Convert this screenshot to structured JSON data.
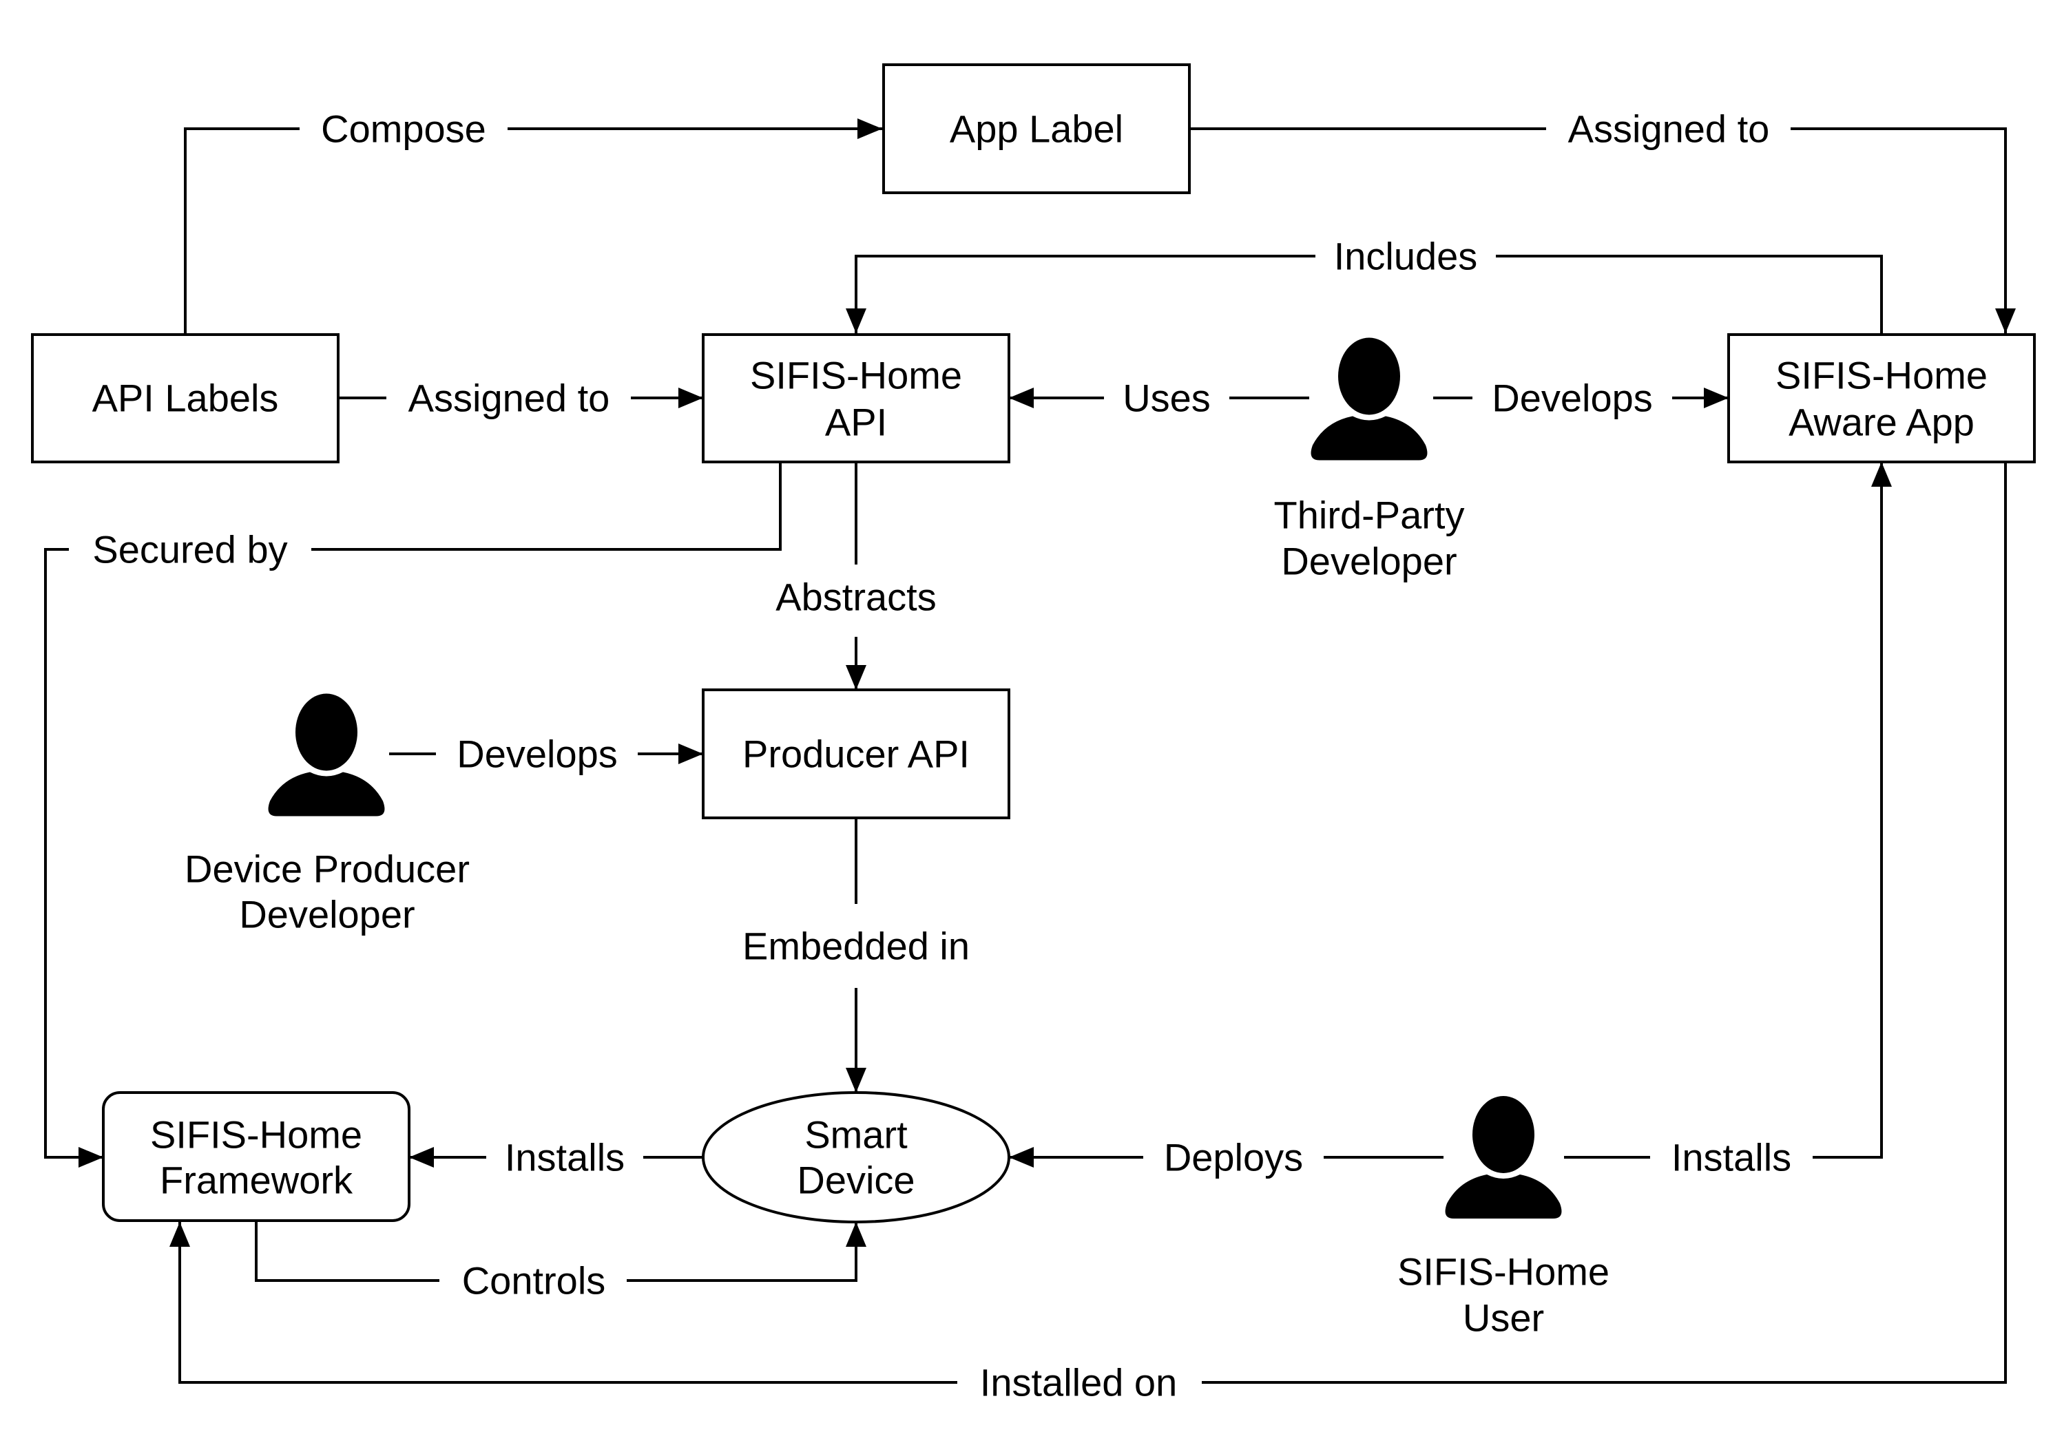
{
  "nodes": {
    "app_label": "App Label",
    "api_labels": "API Labels",
    "sifis_home_api": [
      "SIFIS-Home",
      "API"
    ],
    "sifis_home_aware_app": [
      "SIFIS-Home",
      "Aware App"
    ],
    "producer_api": "Producer API",
    "sifis_home_framework": [
      "SIFIS-Home",
      "Framework"
    ],
    "smart_device": [
      "Smart",
      "Device"
    ]
  },
  "actors": {
    "third_party_developer": [
      "Third-Party",
      "Developer"
    ],
    "device_producer_developer": [
      "Device Producer",
      "Developer"
    ],
    "sifis_home_user": [
      "SIFIS-Home",
      "User"
    ]
  },
  "edges": {
    "compose": "Compose",
    "app_label_assigned_to": "Assigned to",
    "includes": "Includes",
    "api_labels_assigned_to": "Assigned to",
    "uses": "Uses",
    "third_party_develops": "Develops",
    "secured_by": "Secured by",
    "abstracts": "Abstracts",
    "producer_develops": "Develops",
    "embedded_in": "Embedded in",
    "framework_installs": "Installs",
    "deploys": "Deploys",
    "user_installs": "Installs",
    "controls": "Controls",
    "installed_on": "Installed on"
  }
}
